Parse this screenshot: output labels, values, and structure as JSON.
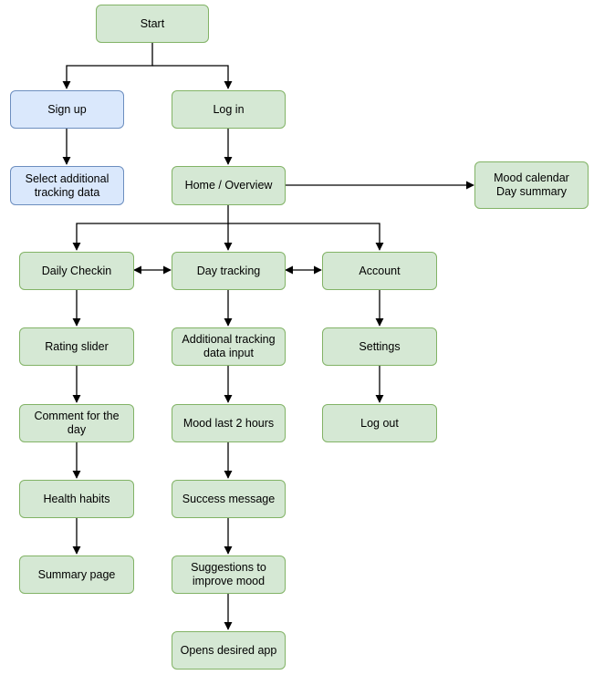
{
  "nodes": {
    "start": "Start",
    "sign_up": "Sign up",
    "log_in": "Log in",
    "select_tracking": "Select additional\ntracking data",
    "home": "Home / Overview",
    "mood_calendar": "Mood calendar\nDay summary",
    "daily_checkin": "Daily Checkin",
    "day_tracking": "Day tracking",
    "account": "Account",
    "rating_slider": "Rating slider",
    "additional_input": "Additional tracking\ndata input",
    "settings": "Settings",
    "comment": "Comment for the day",
    "mood_last": "Mood last 2 hours",
    "log_out": "Log out",
    "health_habits": "Health habits",
    "success": "Success message",
    "summary": "Summary page",
    "suggestions": "Suggestions to\nimprove mood",
    "opens_app": "Opens desired app"
  },
  "colors": {
    "green_fill": "#d5e8d4",
    "green_stroke": "#82b366",
    "blue_fill": "#dae8fc",
    "blue_stroke": "#6c8ebf",
    "edge": "#000000"
  }
}
